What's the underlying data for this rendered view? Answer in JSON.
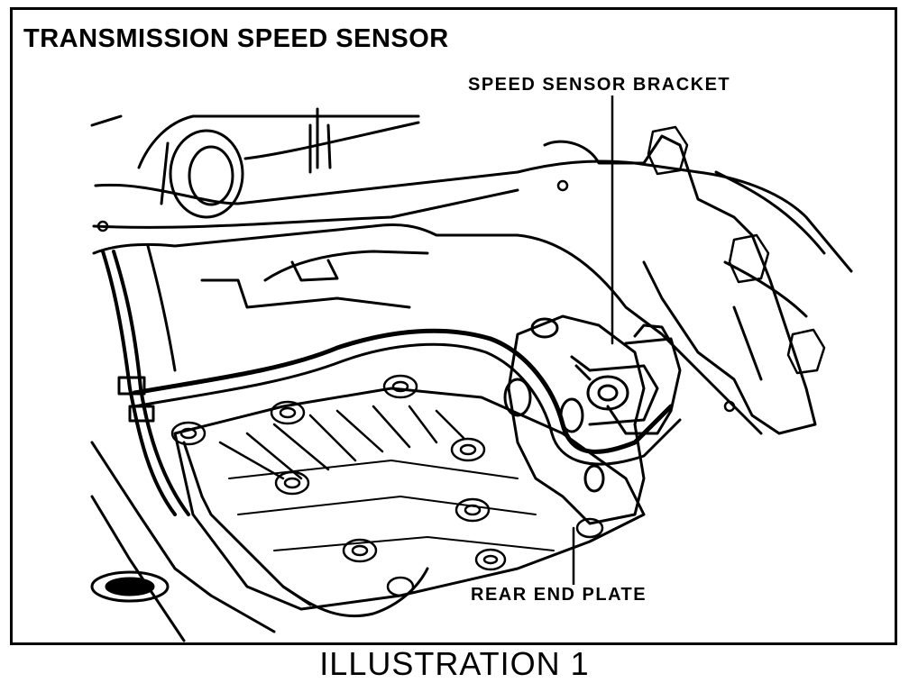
{
  "diagram": {
    "title": "TRANSMISSION SPEED SENSOR",
    "labels": {
      "speed_sensor_bracket": "SPEED SENSOR BRACKET",
      "rear_end_plate": "REAR END PLATE"
    },
    "caption": "ILLUSTRATION 1"
  }
}
